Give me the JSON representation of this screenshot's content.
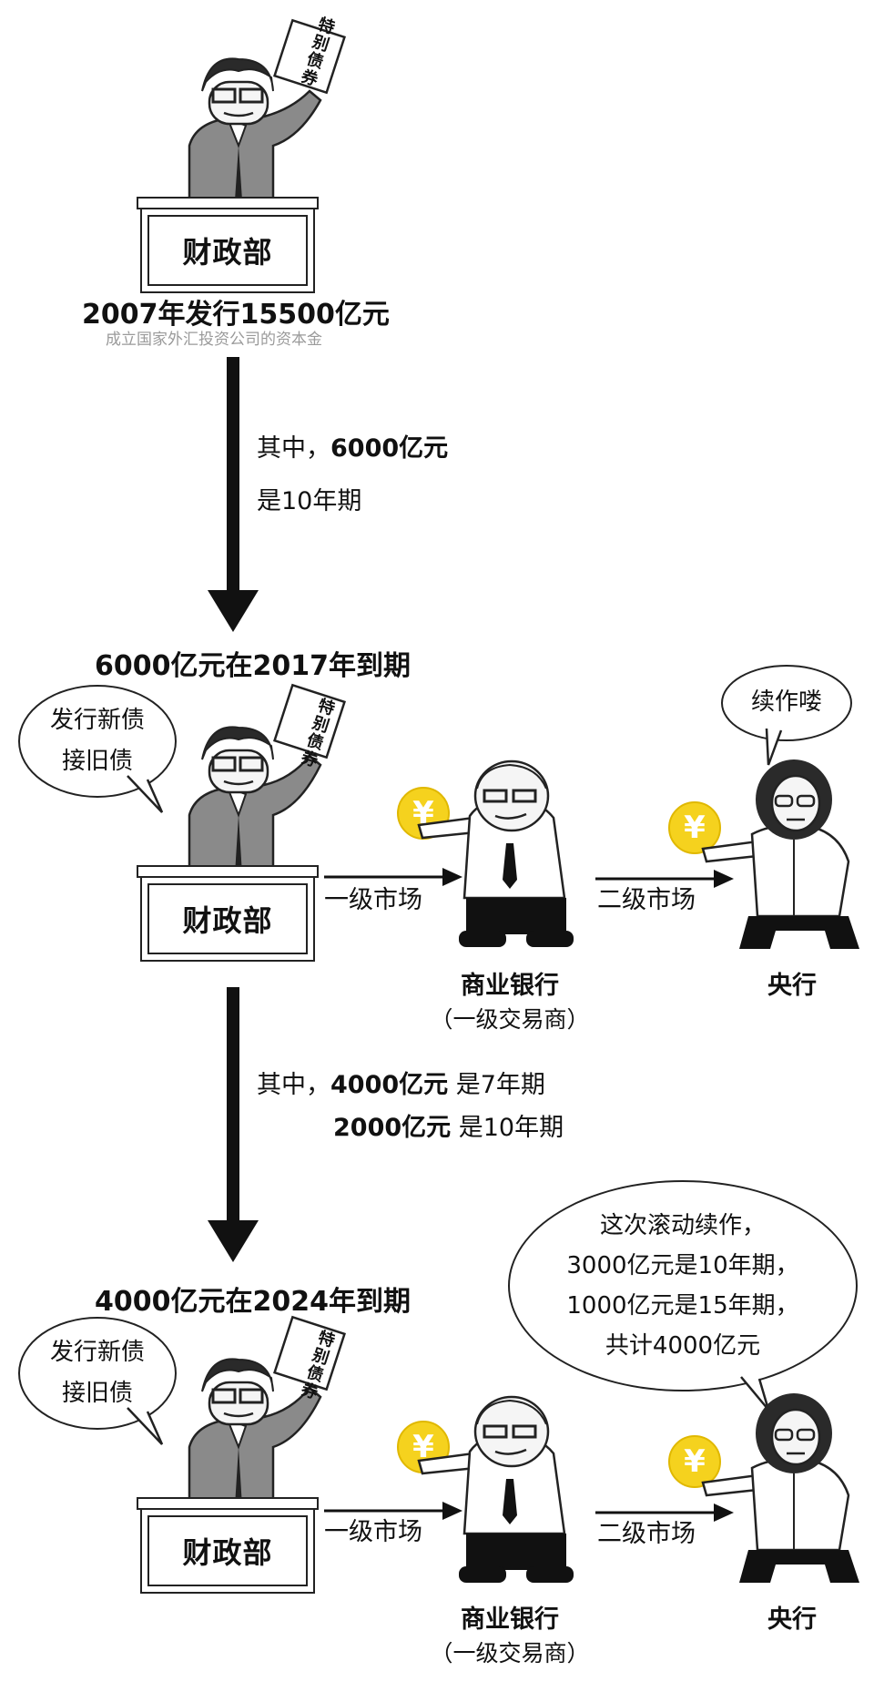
{
  "section1": {
    "agency": "财政部",
    "bond_label": "特别债券",
    "title": "2007年发行15500亿元",
    "subtitle": "成立国家外汇投资公司的资本金",
    "note_prefix": "其中，",
    "note_amount": "6000亿元",
    "note_suffix": "是10年期"
  },
  "section2": {
    "title": "6000亿元在2017年到期",
    "bubble_line1": "发行新债",
    "bubble_line2": "接旧债",
    "agency": "财政部",
    "bond_label": "特别债券",
    "primary_market": "一级市场",
    "secondary_market": "二级市场",
    "bank_name": "商业银行",
    "bank_role": "（一级交易商）",
    "central_bank": "央行",
    "central_bank_bubble": "续作喽",
    "coin_symbol": "¥",
    "note_prefix": "其中，",
    "note_amount1": "4000亿元",
    "note_suffix1": "是7年期",
    "note_amount2": "2000亿元",
    "note_suffix2": "是10年期"
  },
  "section3": {
    "title": "4000亿元在2024年到期",
    "bubble_line1": "发行新债",
    "bubble_line2": "接旧债",
    "agency": "财政部",
    "bond_label": "特别债券",
    "primary_market": "一级市场",
    "secondary_market": "二级市场",
    "bank_name": "商业银行",
    "bank_role": "（一级交易商）",
    "central_bank": "央行",
    "coin_symbol": "¥",
    "central_bank_bubble_line1": "这次滚动续作，",
    "central_bank_bubble_line2": "3000亿元是10年期，",
    "central_bank_bubble_line3": "1000亿元是15年期，",
    "central_bank_bubble_line4": "共计4000亿元"
  },
  "colors": {
    "coin": "#f5d21e",
    "ink": "#111111",
    "suit": "#8a8a8a",
    "caption": "#9a9a9a"
  }
}
